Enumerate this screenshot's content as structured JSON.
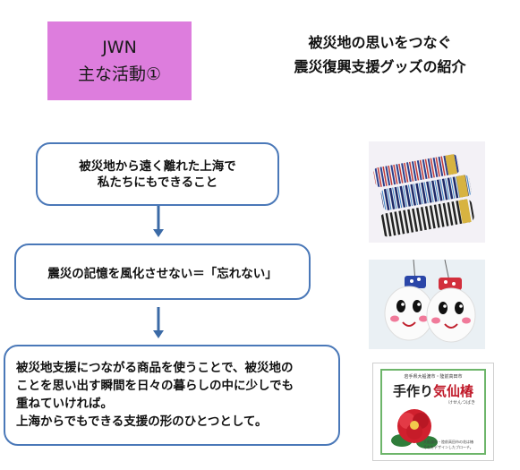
{
  "title_box": {
    "line1": "JWN",
    "line2": "主な活動①"
  },
  "heading": {
    "line1": "被災地の思いをつなぐ",
    "line2": "震災復興支援グッズの紹介"
  },
  "flow": {
    "step1": {
      "line1": "被災地から遠く離れた上海で",
      "line2": "私たちにもできること"
    },
    "step2": {
      "text": "震災の記憶を風化させない＝「忘れない」"
    },
    "step3": {
      "line1": "被災地支援につながる商品を使うことで、被災地の",
      "line2": "ことを思い出す瞬間を日々の暮らしの中に少しでも",
      "line3": "重ねていければ。",
      "line4": "上海からでもできる支援の形のひとつとして。"
    }
  },
  "product_card": {
    "header": "岩手県大船渡市・陸前高田市",
    "title_a": "手作り",
    "title_b": "気仙椿",
    "subtitle": "けせんつばき",
    "caption_line1": "大船渡市・陸前高田市の花は椿",
    "caption_line2": "それをデザインしたブローチ。"
  },
  "colors": {
    "title_bg": "#dd7ddd",
    "box_border": "#4a78b8",
    "arrow": "#3b6aa6",
    "camellia": "#d0202e",
    "frame": "#6db56a"
  }
}
